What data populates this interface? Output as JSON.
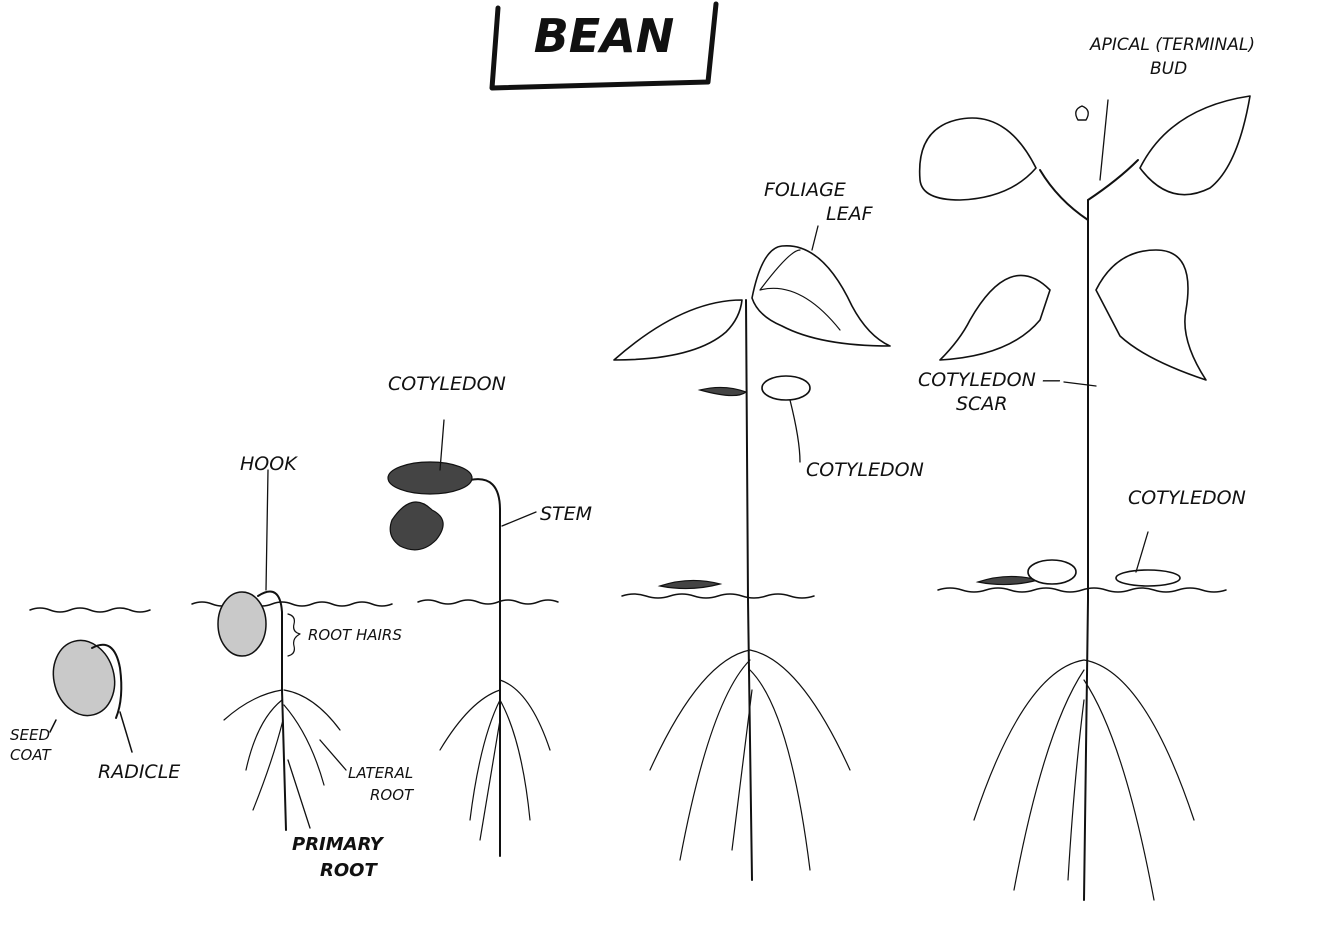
{
  "title": "BEAN",
  "labels": {
    "seed_coat_line1": "SEED",
    "seed_coat_line2": "COAT",
    "radicle": "RADICLE",
    "hook": "HOOK",
    "root_hairs": "ROOT HAIRS",
    "lateral_root_line1": "LATERAL",
    "lateral_root_line2": "ROOT",
    "primary_root_line1": "PRIMARY",
    "primary_root_line2": "ROOT",
    "cotyledon_stage3": "COTYLEDON",
    "stem": "STEM",
    "foliage_leaf_line1": "FOLIAGE",
    "foliage_leaf_line2": "LEAF",
    "cotyledon_stage4": "COTYLEDON",
    "apical_bud_line1": "APICAL (TERMINAL)",
    "apical_bud_line2": "BUD",
    "cotyledon_scar_line1": "COTYLEDON —",
    "cotyledon_scar_line2": "SCAR",
    "cotyledon_stage5": "COTYLEDON"
  }
}
